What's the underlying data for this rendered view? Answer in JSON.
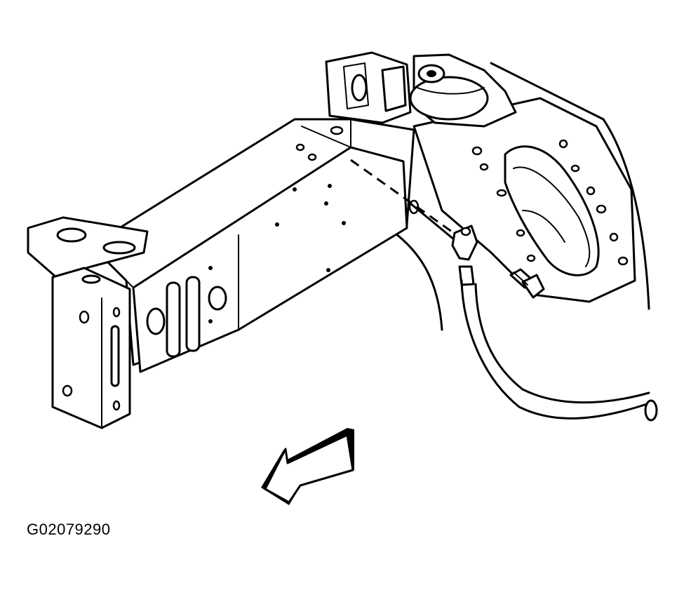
{
  "figure": {
    "id_label": "G02079290",
    "line_color": "#000000",
    "background": "#ffffff"
  },
  "parts": [
    "frame-rail",
    "front-mounting-bracket",
    "rear-crossmember",
    "suspension-mount",
    "ground-strap",
    "ground-bolt",
    "wiring-harness",
    "direction-arrow"
  ]
}
